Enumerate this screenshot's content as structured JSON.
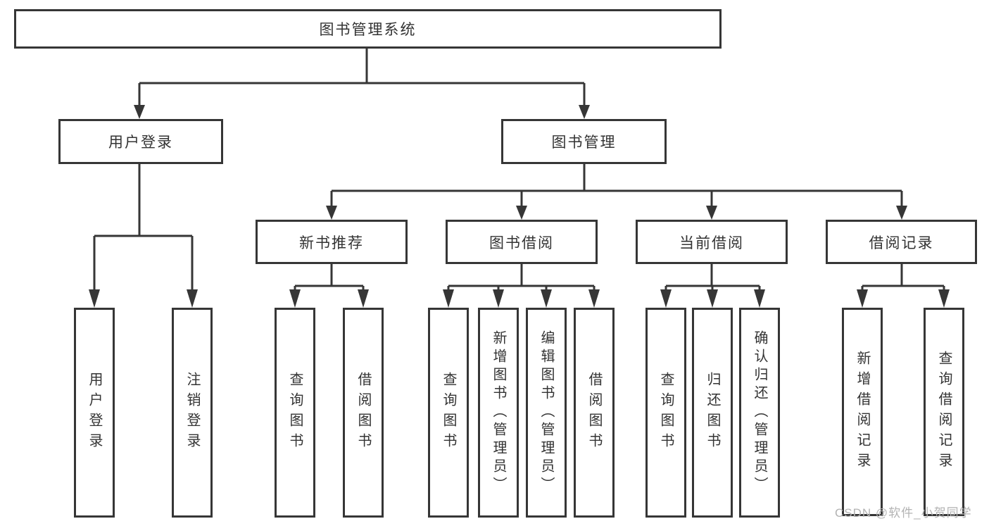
{
  "diagram": {
    "nodes": {
      "root": "图书管理系统",
      "user_login": "用户登录",
      "book_mgmt": "图书管理",
      "new_books": "新书推荐",
      "book_borrow": "图书借阅",
      "current_borrow": "当前借阅",
      "borrow_records": "借阅记录"
    },
    "leaves": {
      "user_login": [
        "用户登录",
        "注销登录"
      ],
      "new_books": [
        "查询图书",
        "借阅图书"
      ],
      "book_borrow": [
        "查询图书",
        "新增图书（管理员）",
        "编辑图书（管理员）",
        "借阅图书"
      ],
      "current_borrow": [
        "查询图书",
        "归还图书",
        "确认归还（管理员）"
      ],
      "borrow_records": [
        "新增借阅记录",
        "查询借阅记录"
      ]
    },
    "watermark": "CSDN @软件_小贺同学",
    "colors": {
      "line": "#363636",
      "text": "#333333",
      "watermark": "#b3b3b3",
      "background": "#ffffff"
    }
  }
}
